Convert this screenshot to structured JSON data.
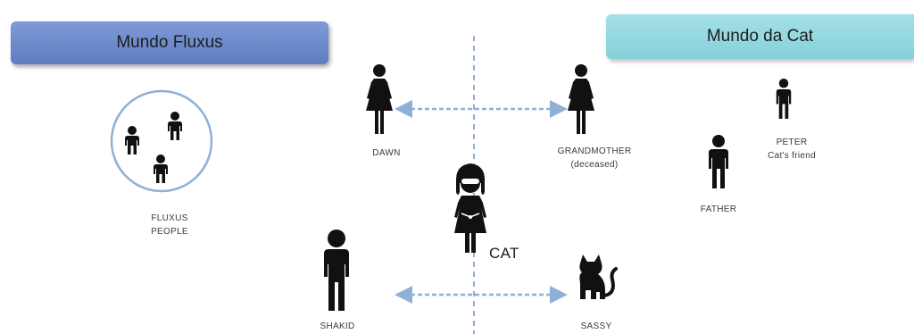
{
  "worlds": {
    "fluxus": "Mundo Fluxus",
    "cat": "Mundo da Cat"
  },
  "groups": {
    "fluxus_people": {
      "line1": "FLUXUS",
      "line2": "PEOPLE"
    }
  },
  "characters": {
    "dawn": "DAWN",
    "grandmother": "GRANDMOTHER",
    "grandmother_note": "(deceased)",
    "peter": "PETER",
    "peter_note": "Cat's friend",
    "father": "FATHER",
    "cat": "CAT",
    "shakid": "SHAKID",
    "sassy": "SASSY"
  },
  "colors": {
    "fluxus_box": "#6b87cb",
    "cat_box": "#93d7df",
    "arrow": "#8fb0d6",
    "divider": "#8fb0d6",
    "circle": "#8fb0d6",
    "figure": "#111111"
  },
  "icons": [
    "woman-icon",
    "man-icon",
    "child-icon",
    "cat-girl-icon",
    "cat-animal-icon"
  ]
}
